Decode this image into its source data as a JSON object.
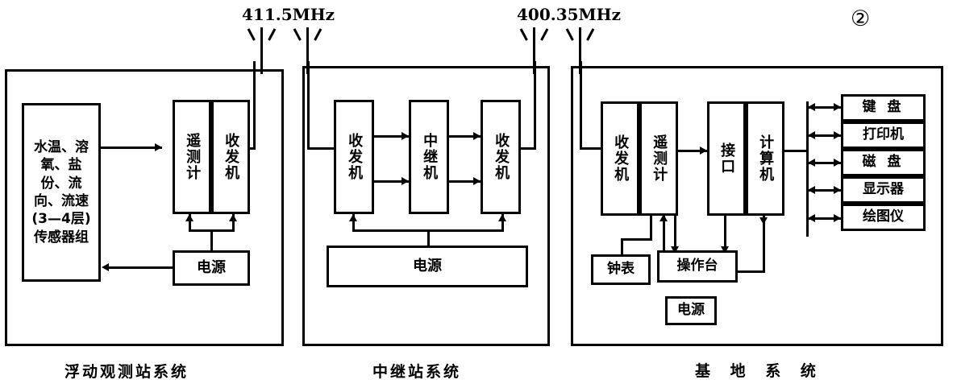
{
  "figure": {
    "number": "②",
    "frequencies": [
      {
        "label": "411.5MHz"
      },
      {
        "label": "400.35MHz"
      }
    ]
  },
  "systems": [
    {
      "id": "floating-observation-station",
      "label": "浮动观测站系统",
      "blocks": {
        "sensor_group": "水温、溶氧、盐份、流向、流速(3—4层)传感器组",
        "telemetry": "遥测计",
        "transceiver": "收发机",
        "power": "电源"
      }
    },
    {
      "id": "relay-station",
      "label": "中继站系统",
      "blocks": {
        "transceiver_left": "收发机",
        "relay": "中继机",
        "transceiver_right": "收发机",
        "power": "电源"
      }
    },
    {
      "id": "base-station",
      "label": "基 地 系 统",
      "blocks": {
        "transceiver": "收发机",
        "telemetry": "遥测计",
        "interface": "接口",
        "computer": "计算机",
        "clock": "钟表",
        "console": "操作台",
        "power": "电源"
      },
      "peripherals": [
        "键 盘",
        "打印机",
        "磁 盘",
        "显示器",
        "绘图仪"
      ]
    }
  ],
  "colors": {
    "line": "#000000",
    "background": "#ffffff"
  }
}
